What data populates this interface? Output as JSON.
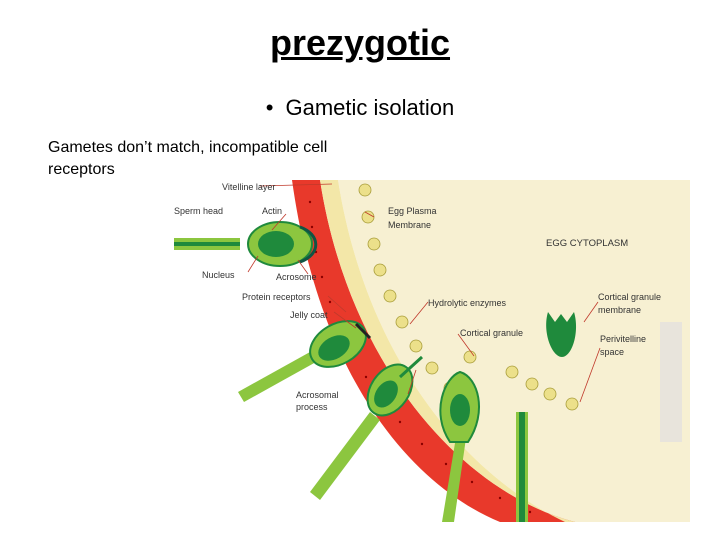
{
  "slide": {
    "title": "prezygotic",
    "bullet": "Gametic isolation",
    "description": "Gametes don’t match, incompatible cell receptors"
  },
  "diagram": {
    "labels": {
      "vitelline_layer": "Vitelline layer",
      "sperm_head": "Sperm head",
      "actin": "Actin",
      "nucleus": "Nucleus",
      "acrosome": "Acrosome",
      "protein_receptors": "Protein receptors",
      "jelly_coat": "Jelly coat",
      "acrosomal_process_1": "Acrosomal",
      "acrosomal_process_2": "process",
      "egg_plasma_membrane_1": "Egg Plasma",
      "egg_plasma_membrane_2": "Membrane",
      "egg_cytoplasm": "EGG CYTOPLASM",
      "hydrolytic_enzymes": "Hydrolytic enzymes",
      "cortical_granule": "Cortical granule",
      "cortical_granule_membrane_1": "Cortical granule",
      "cortical_granule_membrane_2": "membrane",
      "perivitelline_space_1": "Perivitelline",
      "perivitelline_space_2": "space"
    },
    "colors": {
      "sperm_light_green": "#8cc63f",
      "sperm_dark_green": "#1f8a3c",
      "jelly_coat_red": "#e8392b",
      "cytoplasm": "#f7f0d2",
      "vitelline": "#f3e7a8",
      "granule": "#ece08a"
    }
  }
}
